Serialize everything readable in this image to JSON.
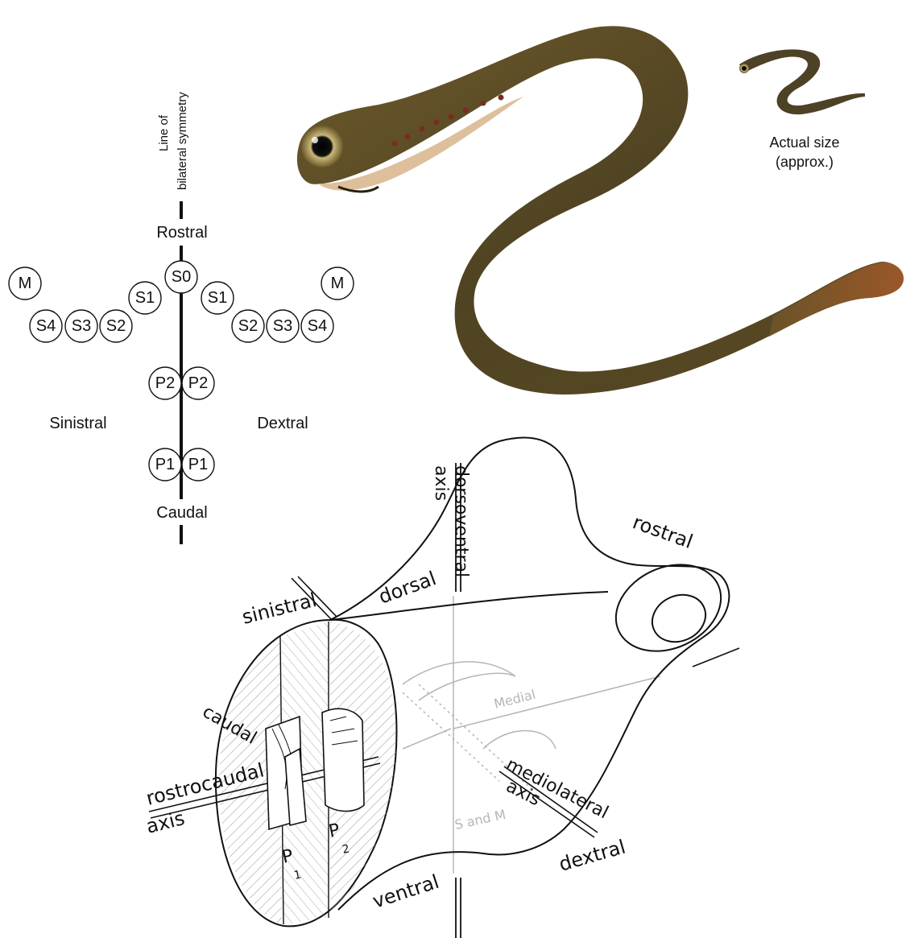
{
  "schematic": {
    "axis_label_line1": "Line of",
    "axis_label_line2": "bilateral symmetry",
    "rostral": "Rostral",
    "caudal": "Caudal",
    "sinistral": "Sinistral",
    "dextral": "Dextral",
    "nodes": {
      "s0": "S0",
      "left_m": "M",
      "left_s1": "S1",
      "left_s2": "S2",
      "left_s3": "S3",
      "left_s4": "S4",
      "right_m": "M",
      "right_s1": "S1",
      "right_s2": "S2",
      "right_s3": "S3",
      "right_s4": "S4",
      "p2_left": "P2",
      "p2_right": "P2",
      "p1_left": "P1",
      "p1_right": "P1"
    }
  },
  "photo": {
    "caption_line1": "Actual size",
    "caption_line2": "(approx.)"
  },
  "cylinder": {
    "dorsoventral_line1": "dorsoventral",
    "dorsoventral_line2": "axis",
    "rostral": "rostral",
    "dorsal": "dorsal",
    "sinistral": "sinistral",
    "caudal": "caudal",
    "rostrocaudal": "rostrocaudal",
    "rostrocaudal_axis": "axis",
    "medial": "Medial",
    "mediolateral": "mediolateral",
    "mediolateral_axis": "axis",
    "s_and_m": "S and M",
    "dextral": "dextral",
    "ventral": "ventral",
    "p1": "P",
    "p1_sub": "1",
    "p2": "P",
    "p2_sub": "2"
  },
  "colors": {
    "lamprey_body": "#5e4a26",
    "lamprey_belly": "#d9b890",
    "line": "#111111",
    "faint": "#b5b5b5"
  }
}
